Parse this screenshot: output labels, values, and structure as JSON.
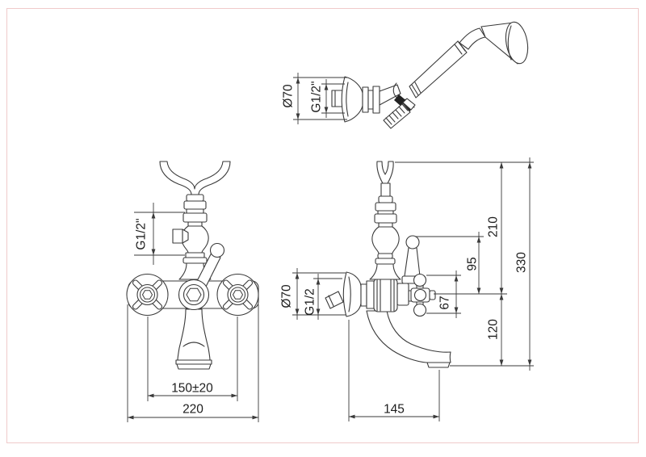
{
  "colors": {
    "background": "#ffffff",
    "frame": "#f0caca",
    "line": "#3a3a3a",
    "dimension_text": "#1d1d1d",
    "clip_fill": "#222222"
  },
  "dimensions": {
    "handset_bracket": {
      "diameter": "Ø70",
      "thread": "G1/2\""
    },
    "front_view": {
      "diverter_thread": "G1/2\"",
      "inlet_centers": "150±20",
      "overall_width": "220"
    },
    "side_view": {
      "flange_diameter": "Ø70",
      "inlet_thread": "G1/2",
      "handle_span": "67",
      "lever_height": "95",
      "column_height": "210",
      "spout_drop": "120",
      "overall_height": "330",
      "spout_reach": "145"
    }
  }
}
